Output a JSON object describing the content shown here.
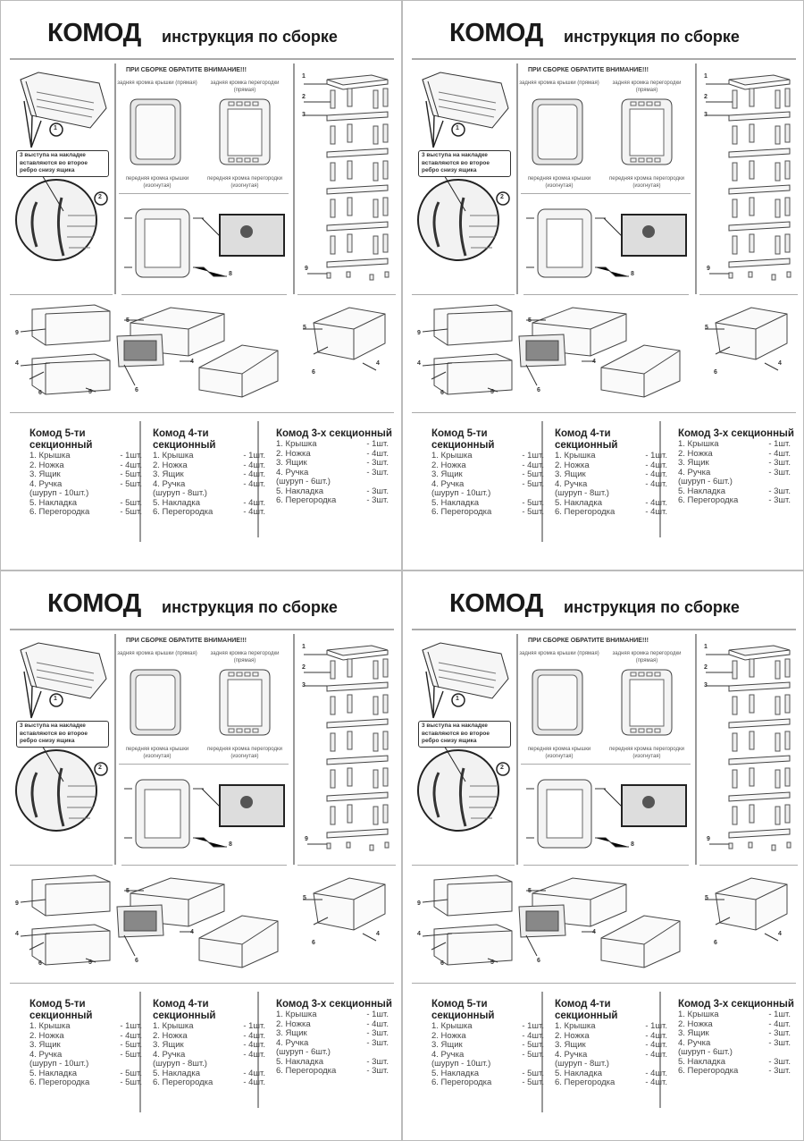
{
  "header": {
    "title": "КОМОД",
    "subtitle": "инструкция по сборке"
  },
  "assembly": {
    "attention": "ПРИ СБОРКЕ ОБРАТИТЕ ВНИМАНИЕ!!!",
    "lid_back": "задняя кромка крышки (прямая)",
    "divider_back": "задняя кромка перегородки (прямая)",
    "lid_front": "передняя кромка крышки (изогнутая)",
    "divider_front": "передняя кромка перегородки (изогнутая)",
    "callout": "3 выступа на накладке вставляются во второе ребро снизу ящика",
    "step1": "1",
    "step2": "2",
    "labels": {
      "l1": "1",
      "l2": "2",
      "l3": "3",
      "l4": "4",
      "l5": "5",
      "l6": "6",
      "l8": "8",
      "l9": "9"
    }
  },
  "lists": [
    {
      "title": "Комод 5-ти секционный",
      "items": [
        {
          "name": "1. Крышка",
          "qty": "- 1шт."
        },
        {
          "name": "2. Ножка",
          "qty": "- 4шт."
        },
        {
          "name": "3. Ящик",
          "qty": "- 5шт."
        },
        {
          "name": "4. Ручка",
          "qty": "- 5шт."
        },
        {
          "name": "(шуруп - 10шт.)",
          "qty": ""
        },
        {
          "name": "5. Накладка",
          "qty": "- 5шт."
        },
        {
          "name": "6. Перегородка",
          "qty": "- 5шт."
        }
      ]
    },
    {
      "title": "Комод 4-ти секционный",
      "items": [
        {
          "name": "1. Крышка",
          "qty": "- 1шт."
        },
        {
          "name": "2. Ножка",
          "qty": "- 4шт."
        },
        {
          "name": "3. Ящик",
          "qty": "- 4шт."
        },
        {
          "name": "4. Ручка",
          "qty": "- 4шт."
        },
        {
          "name": "(шуруп - 8шт.)",
          "qty": ""
        },
        {
          "name": "5. Накладка",
          "qty": "- 4шт."
        },
        {
          "name": "6. Перегородка",
          "qty": "- 4шт."
        }
      ]
    },
    {
      "title": "Комод 3-х секционный",
      "items": [
        {
          "name": "1. Крышка",
          "qty": "- 1шт."
        },
        {
          "name": "2. Ножка",
          "qty": "- 4шт."
        },
        {
          "name": "3. Ящик",
          "qty": "- 3шт."
        },
        {
          "name": "4. Ручка",
          "qty": "- 3шт."
        },
        {
          "name": "(шуруп - 6шт.)",
          "qty": ""
        },
        {
          "name": "5. Накладка",
          "qty": "- 3шт."
        },
        {
          "name": "6. Перегородка",
          "qty": "- 3шт."
        }
      ]
    }
  ]
}
